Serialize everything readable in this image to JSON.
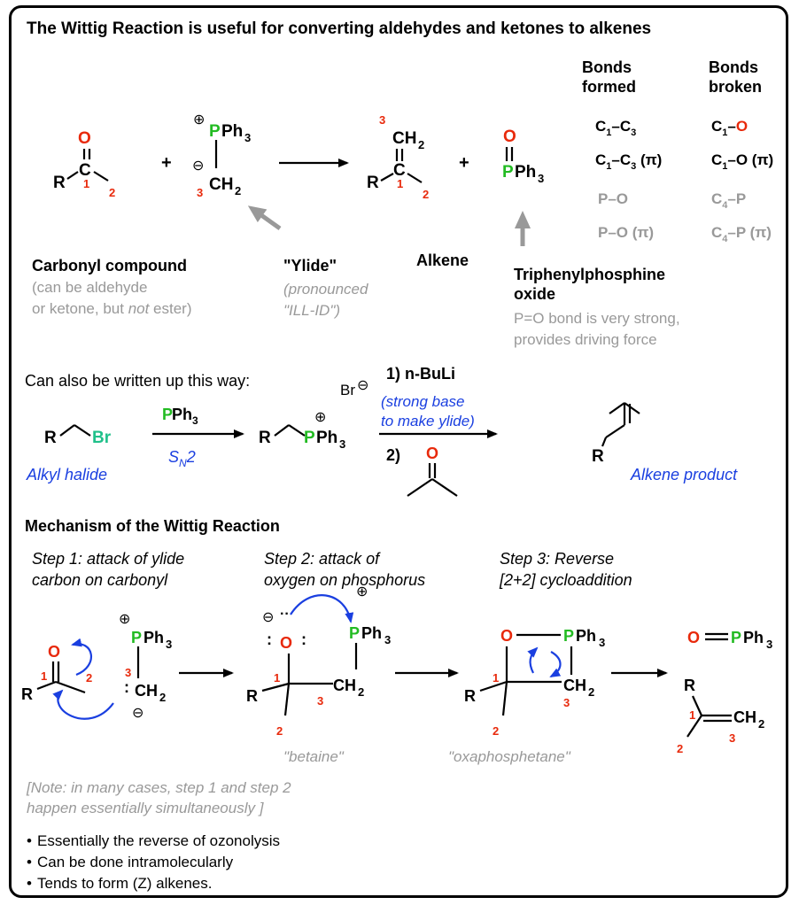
{
  "title": "The Wittig Reaction is useful for converting aldehydes and ketones to alkenes",
  "reaction": {
    "R": "R",
    "O": "O",
    "C": "C",
    "plus": "+",
    "P": "P",
    "Ph3": "Ph",
    "three": "3",
    "CH2": "CH",
    "two": "2",
    "n1": "1",
    "n2": "2",
    "n3": "3",
    "plus_charge": "⊕",
    "minus_charge": "⊖"
  },
  "labels": {
    "carbonyl": "Carbonyl compound",
    "carbonyl_note1": "(can be aldehyde",
    "carbonyl_note2a": "or ketone, but ",
    "carbonyl_note2b": "not",
    "carbonyl_note2c": " ester)",
    "ylide": "\"Ylide\"",
    "ylide_note1": "(pronounced",
    "ylide_note2": "\"ILL-ID\")",
    "alkene": "Alkene",
    "tppo1": "Triphenylphosphine",
    "tppo2": "oxide",
    "tppo_note1": "P=O bond is very strong,",
    "tppo_note2": "provides driving force"
  },
  "bonds_table": {
    "formed_h1": "Bonds",
    "formed_h2": "formed",
    "broken_h1": "Bonds",
    "broken_h2": "broken",
    "formed": [
      "C1–C3",
      "C1–C3 (π)",
      "P–O",
      "P–O (π)"
    ],
    "broken": [
      "C1–O",
      "C1–O (π)",
      "C4–P",
      "C4–P (π)"
    ]
  },
  "alt": {
    "heading": "Can also be written up this way:",
    "Br": "Br",
    "PPh3": "PPh",
    "sn2": "S",
    "sn2_sub": "N",
    "sn2_2": "2",
    "alkyl_halide": "Alkyl halide",
    "step1": "1) n-BuLi",
    "step1_note1": "(strong base",
    "step1_note2": "to make ylide)",
    "step2": "2)",
    "alkene_product": "Alkene product"
  },
  "mechanism": {
    "heading": "Mechanism of the Wittig Reaction",
    "step1a": "Step 1: attack of ylide",
    "step1b": "carbon on carbonyl",
    "step2a": "Step 2: attack of",
    "step2b": "oxygen on phosphorus",
    "step3a": "Step 3: Reverse",
    "step3b": "[2+2] cycloaddition",
    "betaine": "\"betaine\"",
    "oxaphosphetane": "\"oxaphosphetane\"",
    "note1": "[Note: in many cases, step 1 and step 2",
    "note2": "happen essentially simultaneously ]"
  },
  "bullets": [
    "Essentially the reverse of ozonolysis",
    "Can be done intramolecularly",
    "Tends to form (Z) alkenes."
  ]
}
